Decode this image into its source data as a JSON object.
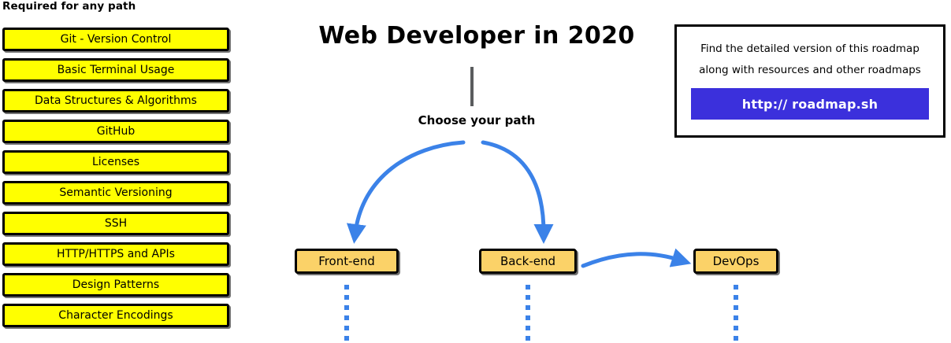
{
  "required_section": {
    "heading": "Required for any path",
    "items": [
      {
        "label": "Git - Version Control"
      },
      {
        "label": "Basic Terminal Usage"
      },
      {
        "label": "Data Structures & Algorithms"
      },
      {
        "label": "GitHub"
      },
      {
        "label": "Licenses"
      },
      {
        "label": "Semantic Versioning"
      },
      {
        "label": "SSH"
      },
      {
        "label": "HTTP/HTTPS and APIs"
      },
      {
        "label": "Design Patterns"
      },
      {
        "label": "Character Encodings"
      }
    ]
  },
  "center": {
    "title": "Web Developer in 2020",
    "choose_path_label": "Choose your path",
    "paths": [
      {
        "label": "Front-end"
      },
      {
        "label": "Back-end"
      },
      {
        "label": "DevOps"
      }
    ]
  },
  "info_card": {
    "line1": "Find the detailed version of this roadmap",
    "line2": "along with resources and other roadmaps",
    "cta_label": "http:// roadmap.sh"
  },
  "colors": {
    "required_box_fill": "#ffff00",
    "path_box_fill": "#fbd268",
    "arrow_blue": "#3b82e8",
    "cta_blue": "#3b30dc",
    "stem_gray": "#5a5c5e",
    "outline_black": "#000000"
  }
}
